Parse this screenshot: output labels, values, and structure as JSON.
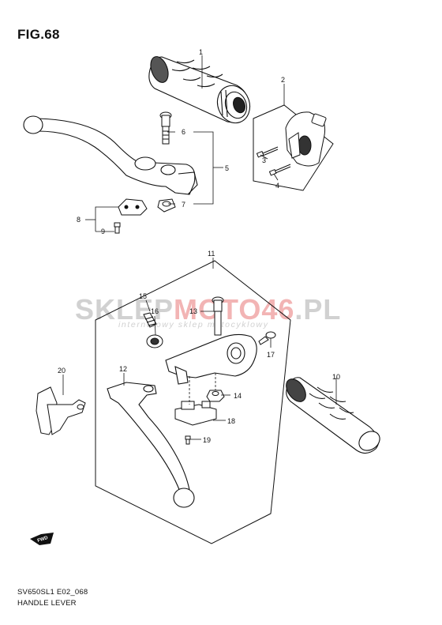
{
  "figure": {
    "title": "FIG.68",
    "footer_code": "SV650SL1 E02_068",
    "footer_name": "HANDLE LEVER"
  },
  "watermark": {
    "main_part1": "SKLEP",
    "main_part2": "MOTO46",
    "main_part3": ".PL",
    "sub": "internetowy sklep motocyklowy",
    "colors": {
      "gray": "#c9c9c9",
      "red": "#f0a7a7"
    }
  },
  "callouts": [
    {
      "id": "c1",
      "label": "1"
    },
    {
      "id": "c2",
      "label": "2"
    },
    {
      "id": "c3",
      "label": "3"
    },
    {
      "id": "c4",
      "label": "4"
    },
    {
      "id": "c5",
      "label": "5"
    },
    {
      "id": "c6",
      "label": "6"
    },
    {
      "id": "c7",
      "label": "7"
    },
    {
      "id": "c8",
      "label": "8"
    },
    {
      "id": "c9",
      "label": "9"
    },
    {
      "id": "c10",
      "label": "10"
    },
    {
      "id": "c11",
      "label": "11"
    },
    {
      "id": "c12",
      "label": "12"
    },
    {
      "id": "c13",
      "label": "13"
    },
    {
      "id": "c14",
      "label": "14"
    },
    {
      "id": "c15",
      "label": "15"
    },
    {
      "id": "c16",
      "label": "16"
    },
    {
      "id": "c17",
      "label": "17"
    },
    {
      "id": "c18",
      "label": "18"
    },
    {
      "id": "c19",
      "label": "19"
    },
    {
      "id": "c20",
      "label": "20"
    }
  ],
  "direction_marker": {
    "text": "FWD"
  }
}
